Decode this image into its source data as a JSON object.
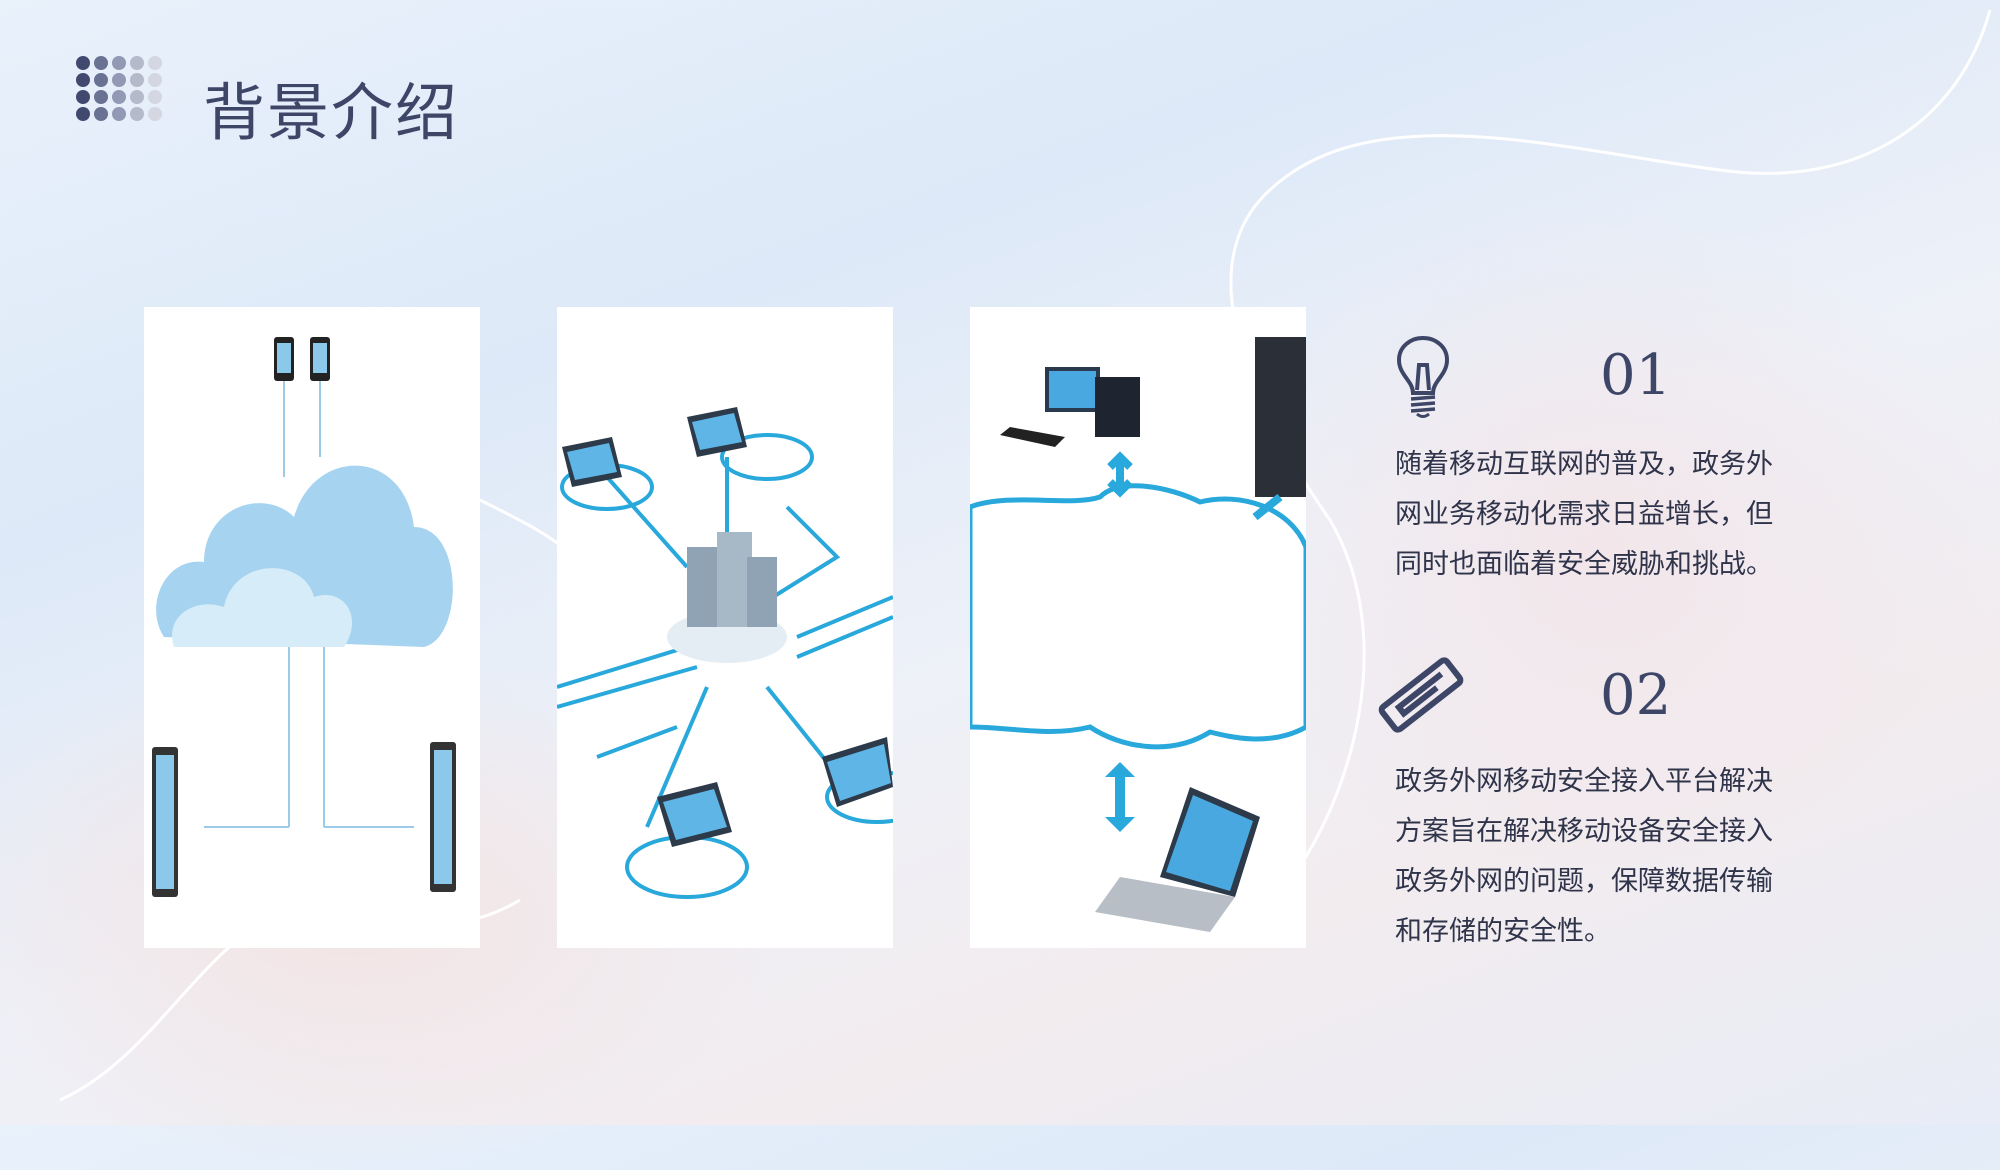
{
  "header": {
    "title": "背景介绍"
  },
  "items": [
    {
      "number": "01",
      "icon": "lightbulb-icon",
      "lines": [
        "随着移动互联网的普及，政务外",
        "网业务移动化需求日益增长，但",
        "同时也面临着安全威胁和挑战。"
      ]
    },
    {
      "number": "02",
      "icon": "paperclip-icon",
      "lines": [
        "政务外网移动安全接入平台解决",
        "方案旨在解决移动设备安全接入",
        "政务外网的问题，保障数据传输",
        "和存储的安全性。"
      ]
    }
  ],
  "colors": {
    "accent": "#3e4668",
    "network": "#29a8dc"
  }
}
